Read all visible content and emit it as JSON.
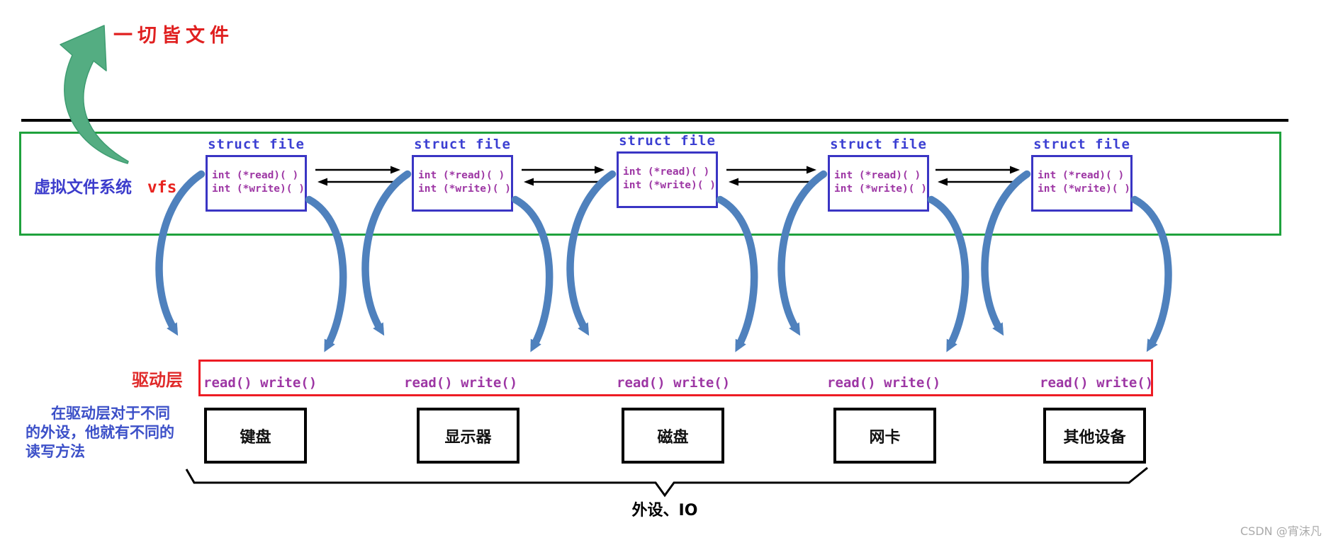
{
  "top_annotation": {
    "text": "一切皆文件"
  },
  "vfs": {
    "label_cn": "虚拟文件系统",
    "label_code": "vfs",
    "boxes": [
      {
        "title": "struct file",
        "line1": "int (*read)( )",
        "line2": "int (*write)( )"
      },
      {
        "title": "struct file",
        "line1": "int (*read)( )",
        "line2": "int (*write)( )"
      },
      {
        "title": "struct file",
        "line1": "int (*read)( )",
        "line2": "int (*write)( )"
      },
      {
        "title": "struct file",
        "line1": "int (*read)( )",
        "line2": "int (*write)( )"
      },
      {
        "title": "struct file",
        "line1": "int (*read)( )",
        "line2": "int (*write)( )"
      }
    ]
  },
  "driver_layer": {
    "label": "驱动层",
    "calls": [
      "read() write()",
      "read() write()",
      "read() write()",
      "read() write()",
      "read() write()"
    ]
  },
  "devices": [
    {
      "label": "键盘"
    },
    {
      "label": "显示器"
    },
    {
      "label": "磁盘"
    },
    {
      "label": "网卡"
    },
    {
      "label": "其他设备"
    }
  ],
  "note": {
    "line1": "在驱动层对于不同",
    "line2": "的外设，他就有不同的",
    "line3": "读写方法"
  },
  "bottom": {
    "label": "外设、IO"
  },
  "watermark": {
    "text": "CSDN @宵沫凡"
  },
  "colors": {
    "vfs_border_green": "#1fa23d",
    "swoosh_green": "#54ad82",
    "driver_border_red": "#ed1c24",
    "struct_border_blue": "#3a35c4",
    "struct_title_blue": "#3b3fd2",
    "code_purple": "#9d36a4",
    "flow_arrow_blue": "#4f81bd",
    "note_blue": "#3c50c8",
    "annotation_red": "#e02020"
  }
}
